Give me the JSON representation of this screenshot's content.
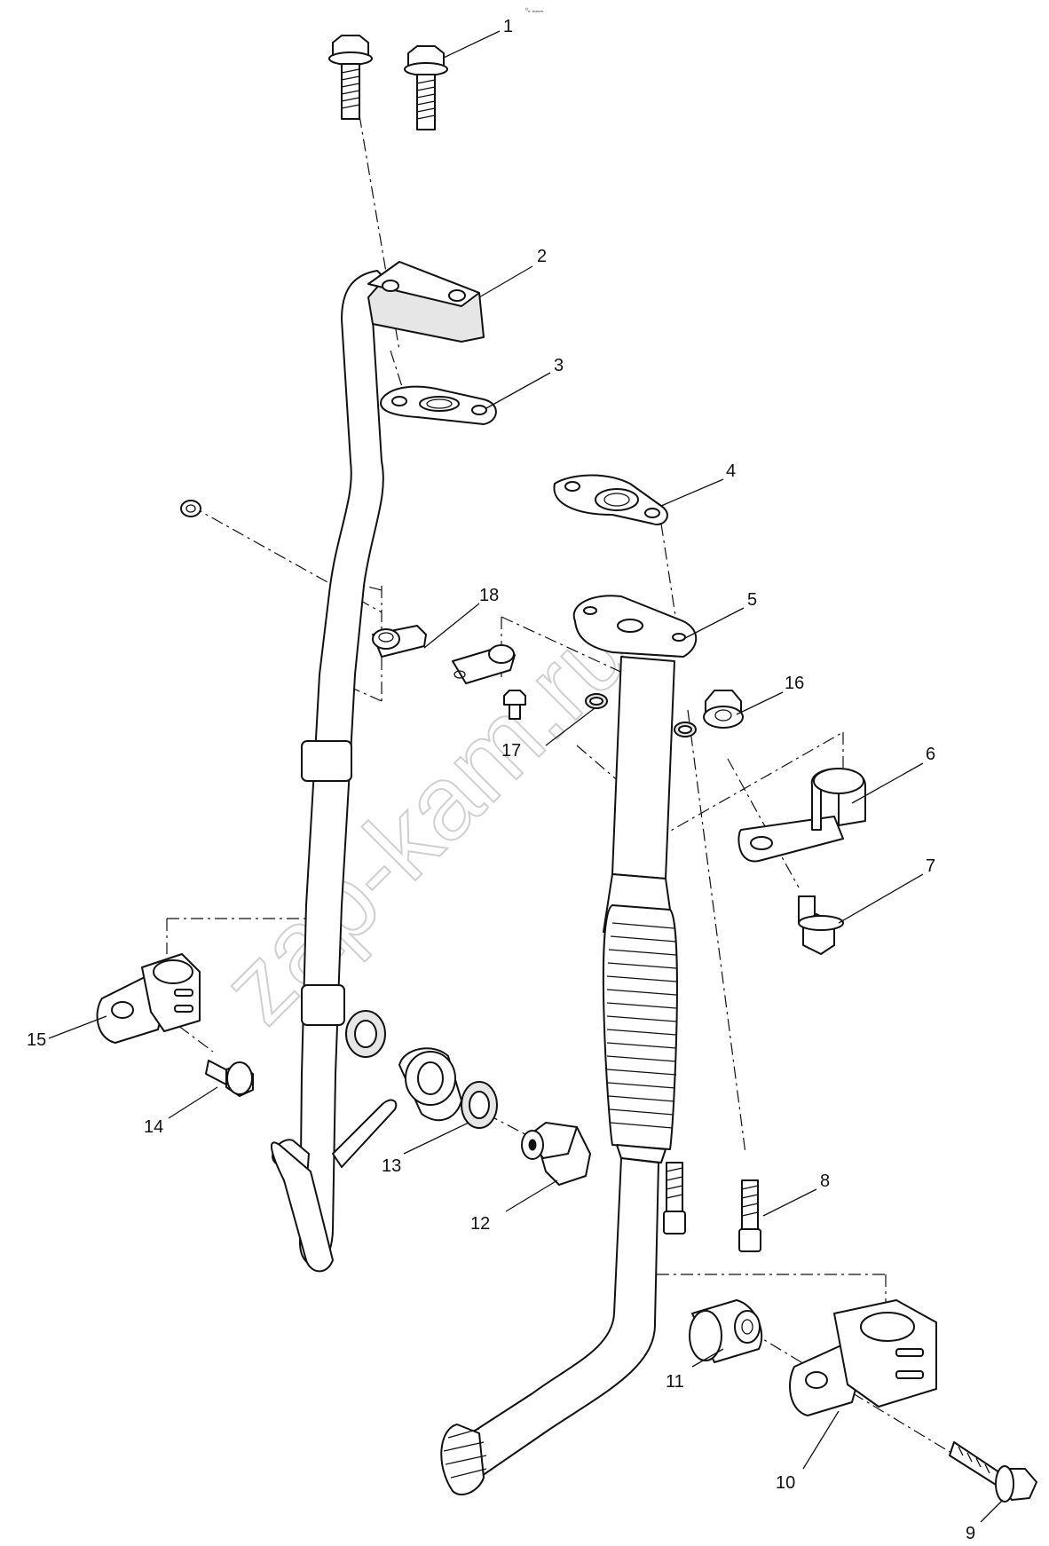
{
  "watermark": "zap-kam.ru",
  "top_mark": "⁰ₙ ₘₘₘ",
  "callouts": [
    {
      "id": "1",
      "label": "1"
    },
    {
      "id": "2",
      "label": "2"
    },
    {
      "id": "3",
      "label": "3"
    },
    {
      "id": "4",
      "label": "4"
    },
    {
      "id": "5",
      "label": "5"
    },
    {
      "id": "6",
      "label": "6"
    },
    {
      "id": "7",
      "label": "7"
    },
    {
      "id": "8",
      "label": "8"
    },
    {
      "id": "9",
      "label": "9"
    },
    {
      "id": "10",
      "label": "10"
    },
    {
      "id": "11",
      "label": "11"
    },
    {
      "id": "12",
      "label": "12"
    },
    {
      "id": "13",
      "label": "13"
    },
    {
      "id": "14",
      "label": "14"
    },
    {
      "id": "15",
      "label": "15"
    },
    {
      "id": "16",
      "label": "16"
    },
    {
      "id": "17",
      "label": "17"
    },
    {
      "id": "18",
      "label": "18"
    }
  ]
}
